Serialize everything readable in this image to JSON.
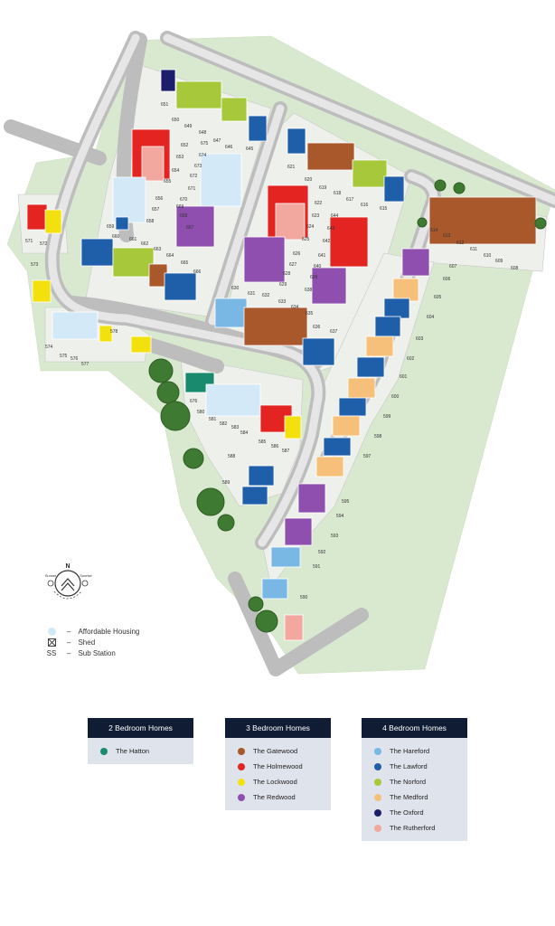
{
  "map": {
    "plots": [
      {
        "n": "571"
      },
      {
        "n": "572"
      },
      {
        "n": "573"
      },
      {
        "n": "574"
      },
      {
        "n": "575"
      },
      {
        "n": "576"
      },
      {
        "n": "577"
      },
      {
        "n": "578"
      },
      {
        "n": "580"
      },
      {
        "n": "581"
      },
      {
        "n": "582"
      },
      {
        "n": "583"
      },
      {
        "n": "584"
      },
      {
        "n": "585"
      },
      {
        "n": "586"
      },
      {
        "n": "587"
      },
      {
        "n": "588"
      },
      {
        "n": "589"
      },
      {
        "n": "590"
      },
      {
        "n": "591"
      },
      {
        "n": "592"
      },
      {
        "n": "593"
      },
      {
        "n": "594"
      },
      {
        "n": "595"
      },
      {
        "n": "597"
      },
      {
        "n": "598"
      },
      {
        "n": "599"
      },
      {
        "n": "600"
      },
      {
        "n": "601"
      },
      {
        "n": "602"
      },
      {
        "n": "603"
      },
      {
        "n": "604"
      },
      {
        "n": "605"
      },
      {
        "n": "606"
      },
      {
        "n": "607"
      },
      {
        "n": "608"
      },
      {
        "n": "609"
      },
      {
        "n": "610"
      },
      {
        "n": "611"
      },
      {
        "n": "612"
      },
      {
        "n": "613"
      },
      {
        "n": "614"
      },
      {
        "n": "615"
      },
      {
        "n": "616"
      },
      {
        "n": "617"
      },
      {
        "n": "618"
      },
      {
        "n": "619"
      },
      {
        "n": "620"
      },
      {
        "n": "621"
      },
      {
        "n": "622"
      },
      {
        "n": "623"
      },
      {
        "n": "624"
      },
      {
        "n": "625"
      },
      {
        "n": "626"
      },
      {
        "n": "627"
      },
      {
        "n": "628"
      },
      {
        "n": "629"
      },
      {
        "n": "630"
      },
      {
        "n": "631"
      },
      {
        "n": "632"
      },
      {
        "n": "633"
      },
      {
        "n": "634"
      },
      {
        "n": "635"
      },
      {
        "n": "636"
      },
      {
        "n": "637"
      },
      {
        "n": "638"
      },
      {
        "n": "639"
      },
      {
        "n": "640"
      },
      {
        "n": "641"
      },
      {
        "n": "642"
      },
      {
        "n": "643"
      },
      {
        "n": "644"
      },
      {
        "n": "645"
      },
      {
        "n": "646"
      },
      {
        "n": "647"
      },
      {
        "n": "648"
      },
      {
        "n": "649"
      },
      {
        "n": "650"
      },
      {
        "n": "651"
      },
      {
        "n": "652"
      },
      {
        "n": "653"
      },
      {
        "n": "654"
      },
      {
        "n": "655"
      },
      {
        "n": "656"
      },
      {
        "n": "657"
      },
      {
        "n": "658"
      },
      {
        "n": "659"
      },
      {
        "n": "660"
      },
      {
        "n": "661"
      },
      {
        "n": "662"
      },
      {
        "n": "663"
      },
      {
        "n": "664"
      },
      {
        "n": "665"
      },
      {
        "n": "666"
      },
      {
        "n": "667"
      },
      {
        "n": "668"
      },
      {
        "n": "669"
      },
      {
        "n": "670"
      },
      {
        "n": "671"
      },
      {
        "n": "672"
      },
      {
        "n": "673"
      },
      {
        "n": "674"
      },
      {
        "n": "675"
      },
      {
        "n": "676"
      }
    ],
    "house_colors": {
      "hatton": "#1a8a6e",
      "gatewood": "#a9582b",
      "holmewood": "#e32421",
      "lockwood": "#f3e10d",
      "redwood": "#8e4fae",
      "hareford": "#79b7e4",
      "lawford": "#1f5ea8",
      "norford": "#a6c83a",
      "medford": "#f6c07a",
      "oxford": "#1b1f6b",
      "rutherford": "#f2a79f",
      "affordable": "#d3e9f8"
    }
  },
  "compass": {
    "north": "N",
    "sunset": "Sunset",
    "sunrise": "Sunrise"
  },
  "key": [
    {
      "label": "Affordable Housing",
      "icon": "affordable-dot"
    },
    {
      "label": "Shed",
      "icon": "shed-icon"
    },
    {
      "symbol": "SS",
      "label": "Sub Station"
    }
  ],
  "legend": [
    {
      "title": "2 Bedroom Homes",
      "items": [
        {
          "name": "The Hatton",
          "color": "#1a8a6e"
        }
      ]
    },
    {
      "title": "3 Bedroom Homes",
      "items": [
        {
          "name": "The Gatewood",
          "color": "#a9582b"
        },
        {
          "name": "The Holmewood",
          "color": "#e32421"
        },
        {
          "name": "The Lockwood",
          "color": "#f3e10d"
        },
        {
          "name": "The Redwood",
          "color": "#8e4fae"
        }
      ]
    },
    {
      "title": "4 Bedroom Homes",
      "items": [
        {
          "name": "The Hareford",
          "color": "#79b7e4"
        },
        {
          "name": "The Lawford",
          "color": "#1f5ea8"
        },
        {
          "name": "The Norford",
          "color": "#a6c83a"
        },
        {
          "name": "The Medford",
          "color": "#f6c07a"
        },
        {
          "name": "The Oxford",
          "color": "#1b1f6b"
        },
        {
          "name": "The Rutherford",
          "color": "#f2a79f"
        }
      ]
    }
  ]
}
